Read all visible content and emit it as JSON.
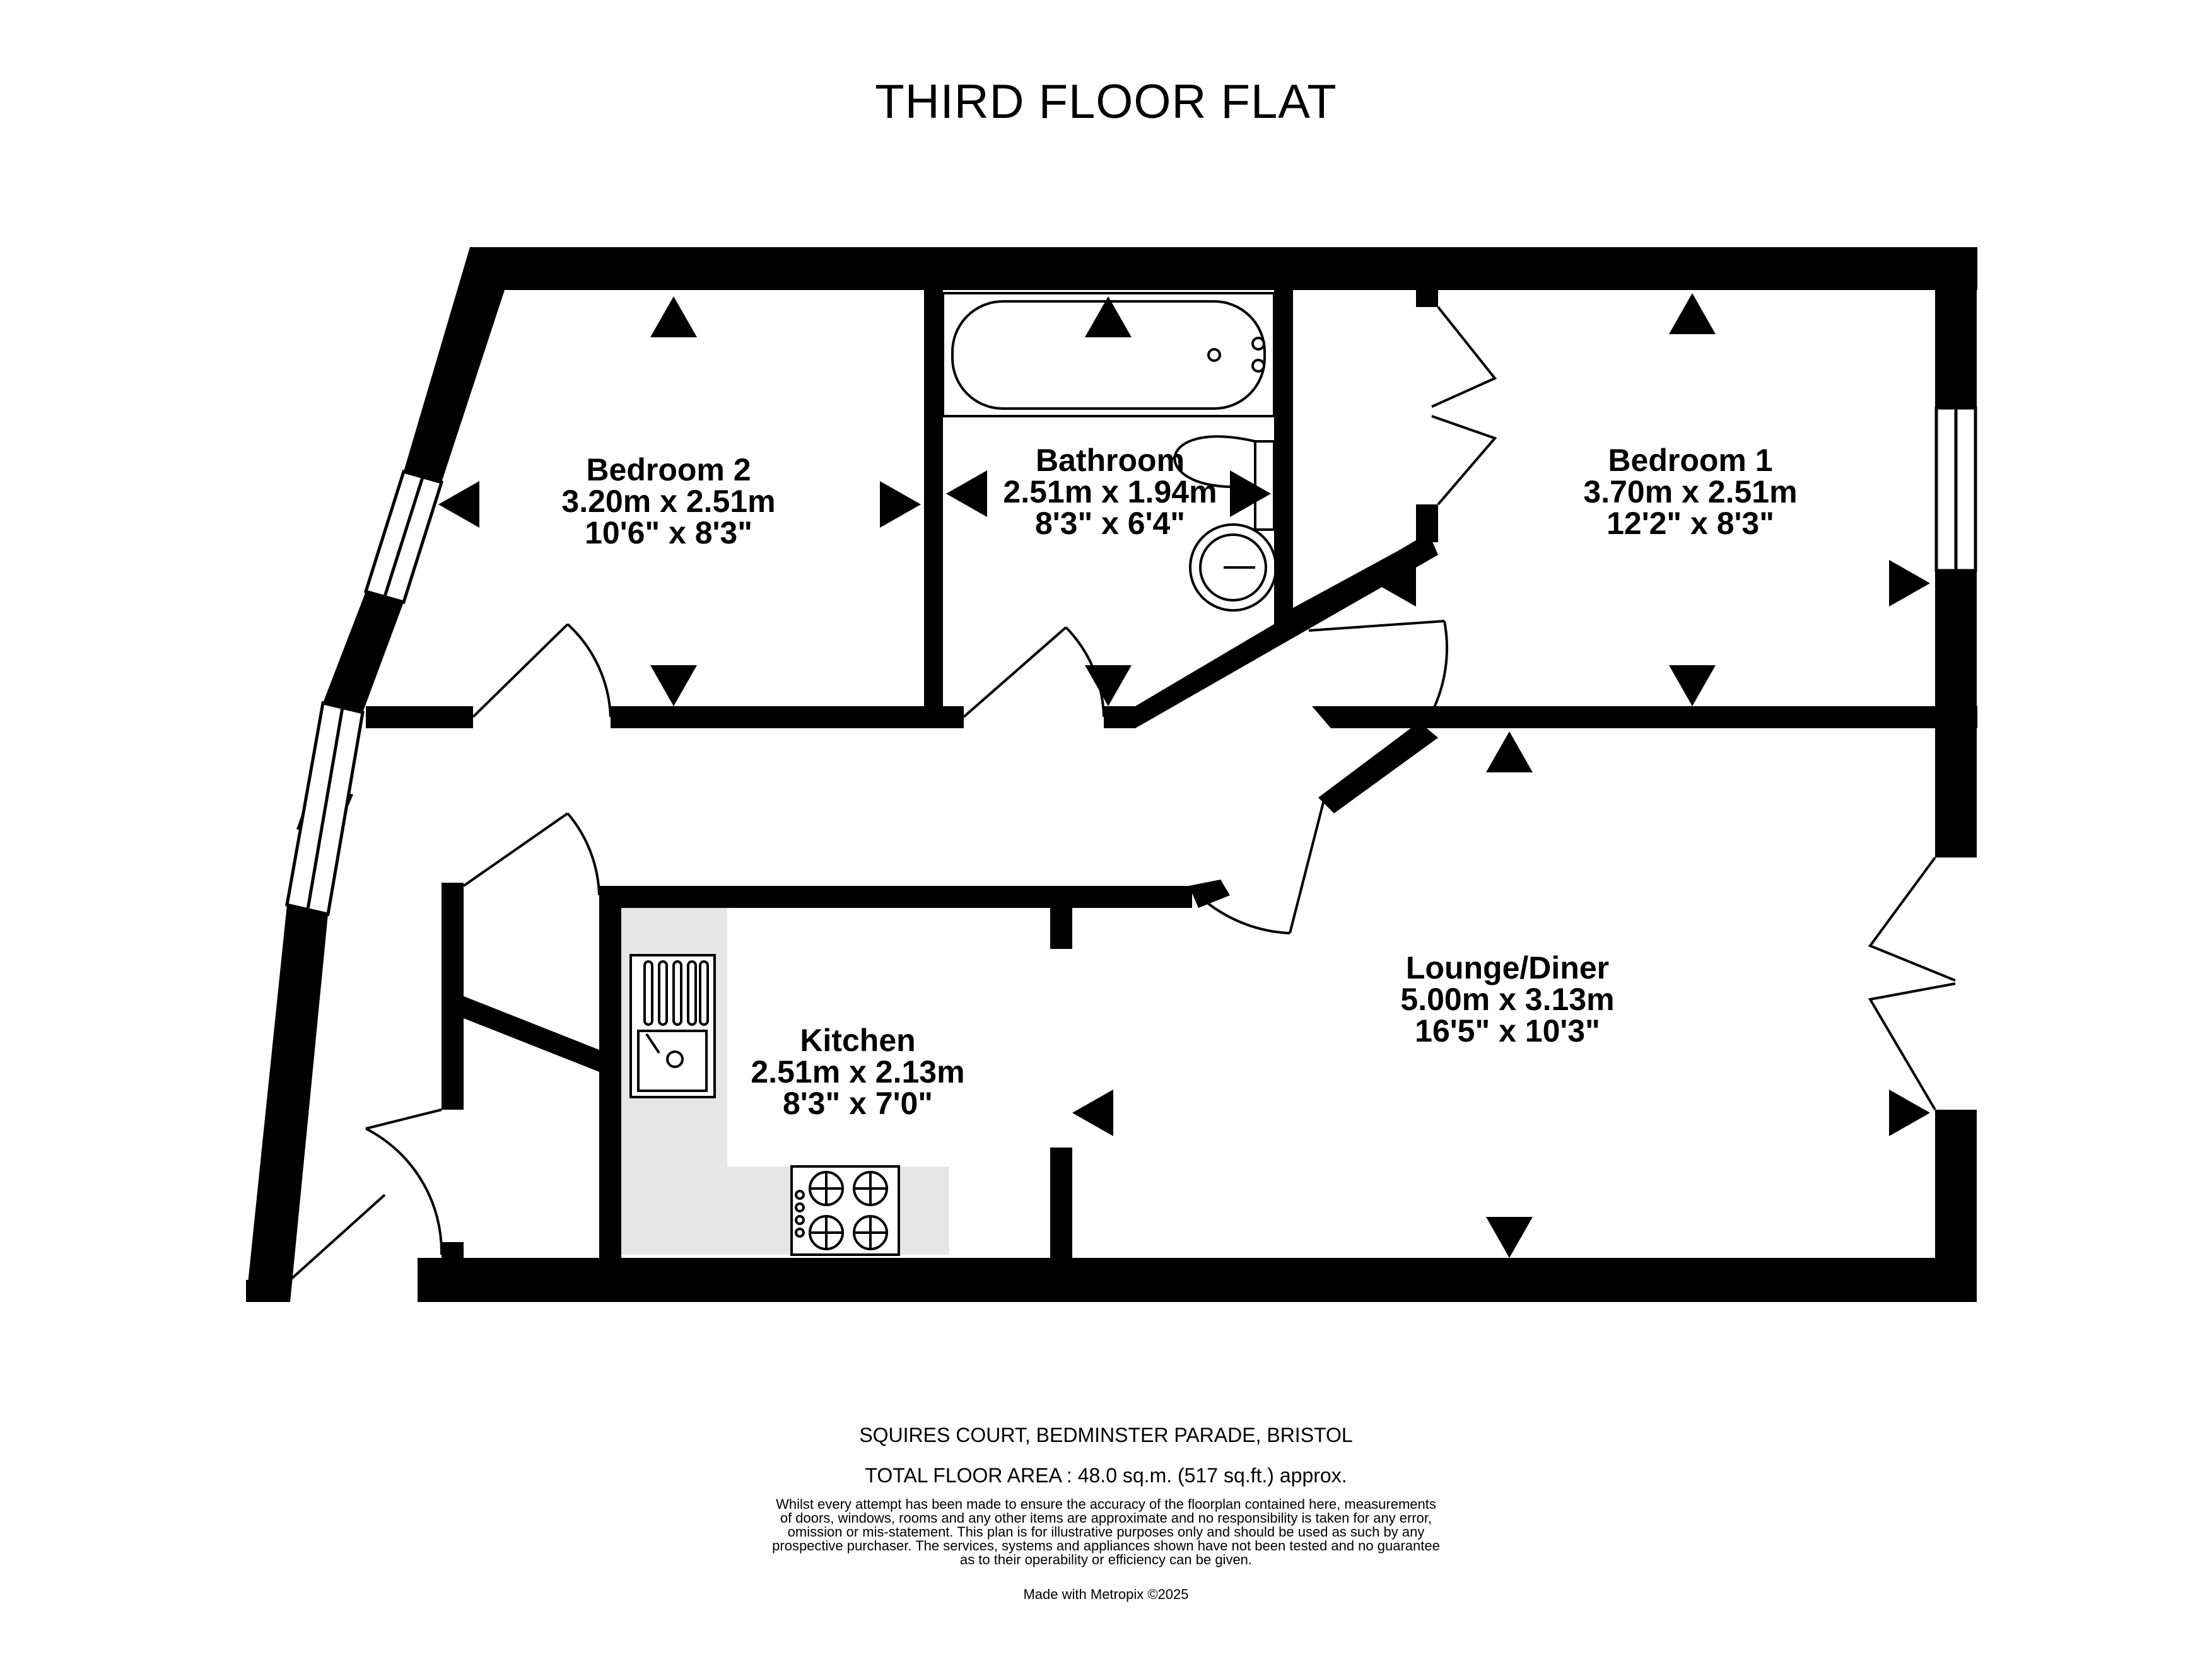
{
  "title": "THIRD FLOOR FLAT",
  "rooms": {
    "bedroom2": {
      "name": "Bedroom 2",
      "metric": "3.20m  x 2.51m",
      "imperial": "10'6\"  x 8'3\""
    },
    "bathroom": {
      "name": "Bathroom",
      "metric": "2.51m  x 1.94m",
      "imperial": "8'3\"  x 6'4\""
    },
    "bedroom1": {
      "name": "Bedroom 1",
      "metric": "3.70m  x 2.51m",
      "imperial": "12'2\"  x 8'3\""
    },
    "lounge": {
      "name": "Lounge/Diner",
      "metric": "5.00m  x 3.13m",
      "imperial": "16'5\"  x 10'3\""
    },
    "kitchen": {
      "name": "Kitchen",
      "metric": "2.51m  x 2.13m",
      "imperial": "8'3\"  x 7'0\""
    }
  },
  "footer": {
    "address": "SQUIRES COURT, BEDMINSTER PARADE, BRISTOL",
    "total_area": "TOTAL FLOOR AREA : 48.0 sq.m. (517 sq.ft.) approx.",
    "disclaimer": [
      "Whilst every attempt has been made to ensure the accuracy of the floorplan contained here, measurements",
      "of doors, windows, rooms and any other items are approximate and no responsibility is taken for any error,",
      "omission or mis-statement. This plan is for illustrative purposes only and should be used as such by any",
      "prospective purchaser. The services, systems and appliances shown have not been tested and no guarantee",
      "as to their operability or efficiency can be given."
    ],
    "credit": "Made with Metropix ©2025"
  },
  "colors": {
    "wall": "#000000",
    "worktop": "#e6e6e6",
    "background": "#ffffff"
  }
}
